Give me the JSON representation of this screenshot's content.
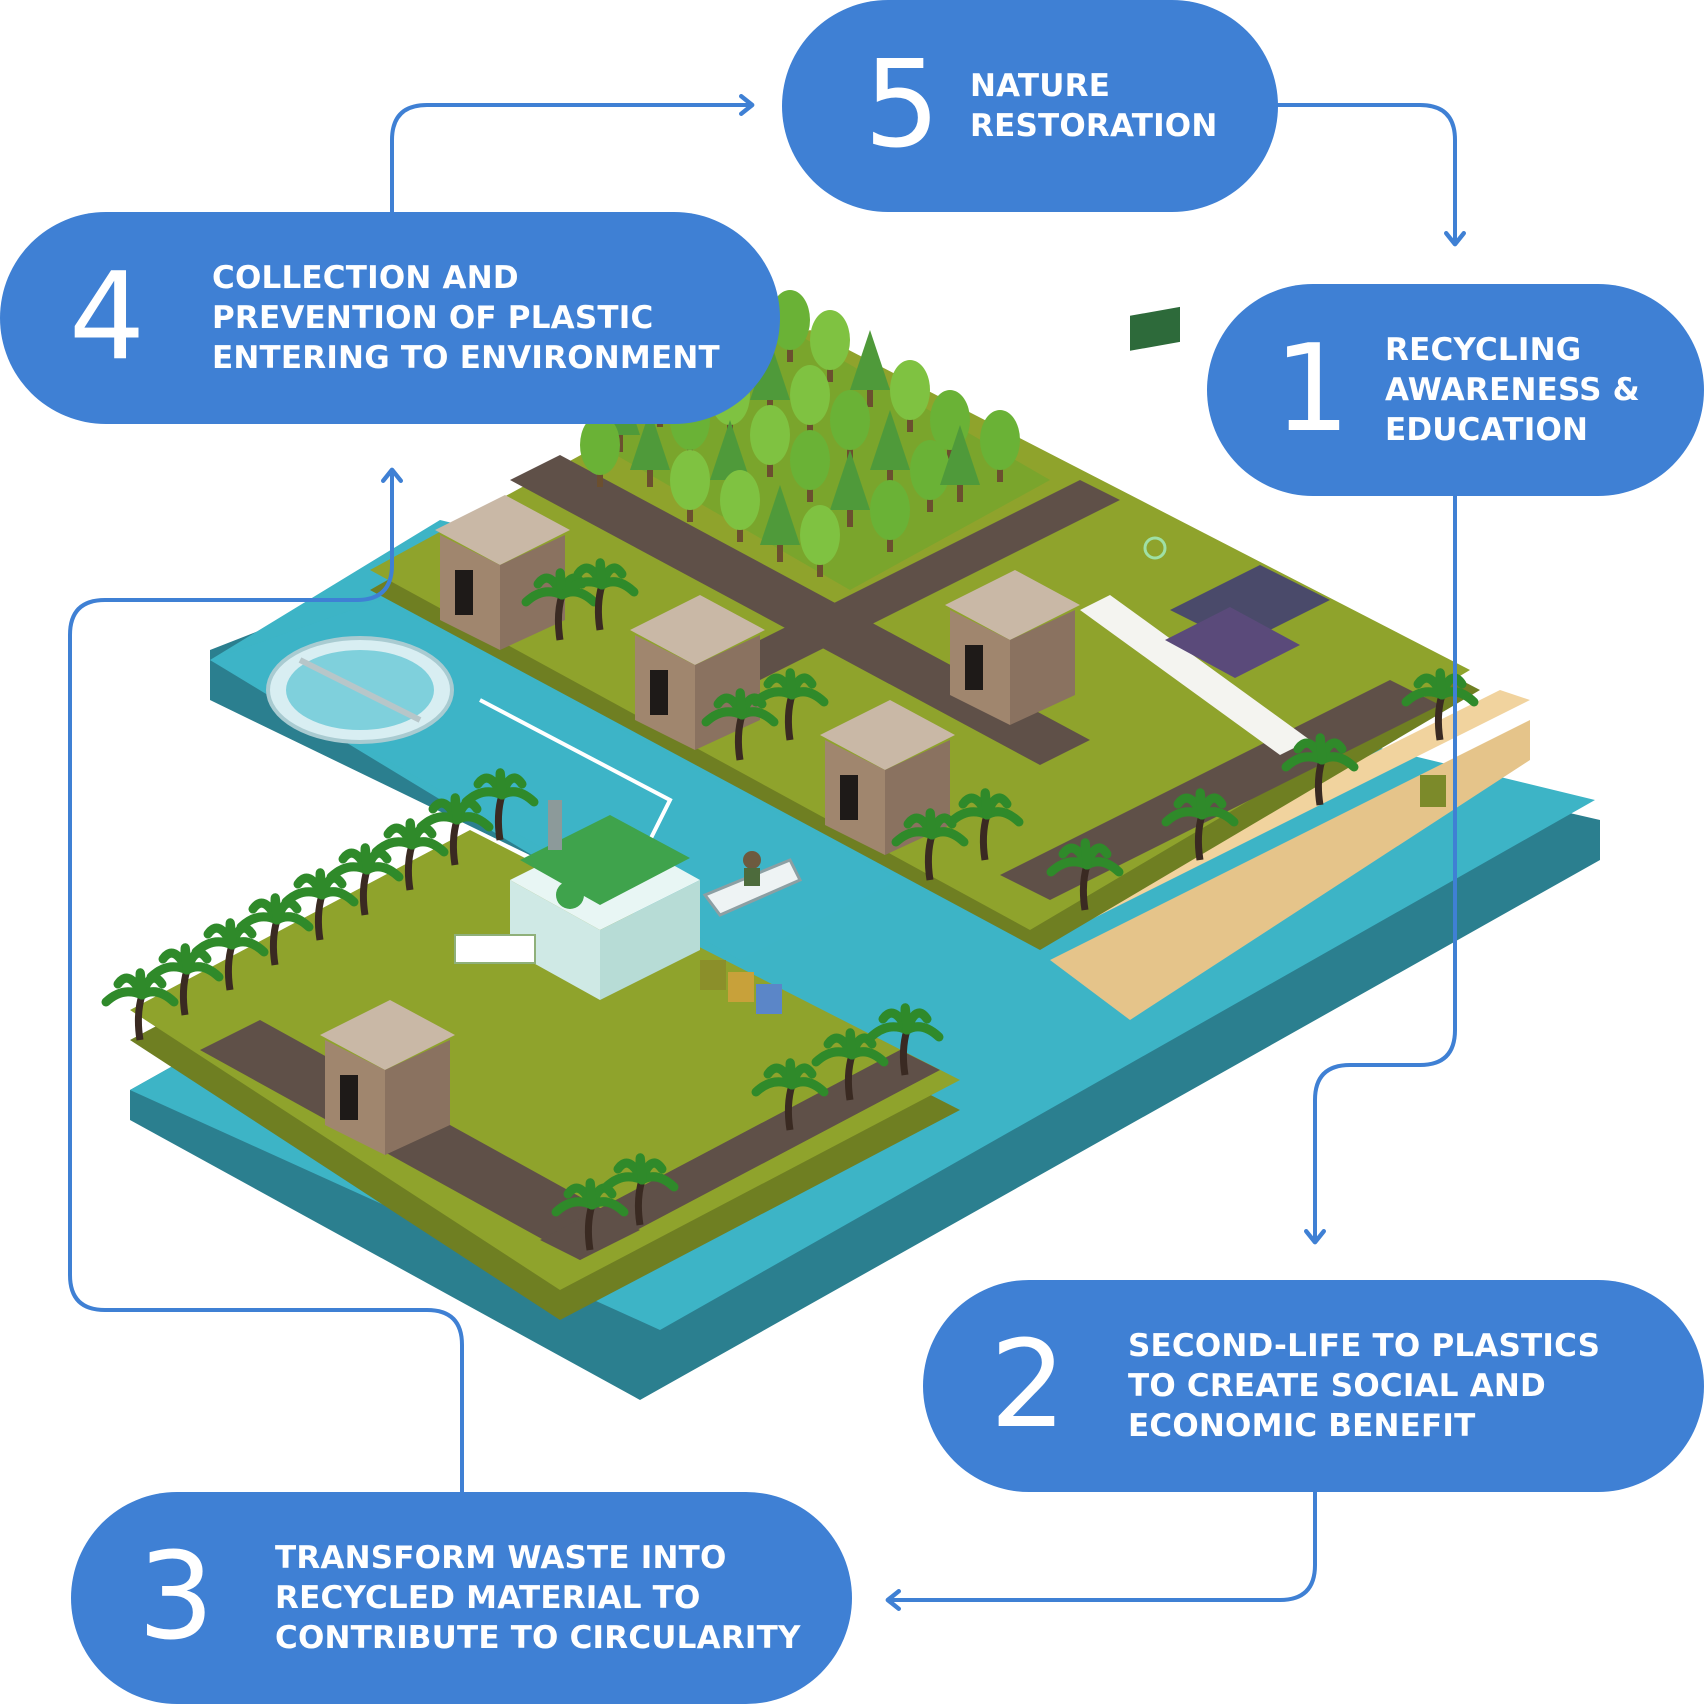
{
  "colors": {
    "pill": "#3f80d4",
    "connector": "#3f80d4",
    "water": "#3db4c6",
    "water_edge": "#2f8e9e",
    "grass": "#8a9a2a",
    "grass_top": "#7aa52c",
    "road": "#5f5048",
    "sand": "#f1d39e"
  },
  "steps": [
    {
      "number": "1",
      "lines": [
        "RECYCLING",
        "AWARENESS &",
        "EDUCATION"
      ]
    },
    {
      "number": "2",
      "lines": [
        "SECOND-LIFE TO PLASTICS",
        "TO CREATE SOCIAL AND",
        "ECONOMIC BENEFIT"
      ]
    },
    {
      "number": "3",
      "lines": [
        "TRANSFORM WASTE INTO",
        "RECYCLED MATERIAL TO",
        "CONTRIBUTE TO CIRCULARITY"
      ]
    },
    {
      "number": "4",
      "lines": [
        "COLLECTION AND",
        "PREVENTION OF PLASTIC",
        "ENTERING TO ENVIRONMENT"
      ]
    },
    {
      "number": "5",
      "lines": [
        "NATURE",
        "RESTORATION"
      ]
    }
  ],
  "icons": {
    "recycle_board": "recycle-icon",
    "factory": "recycle-icon"
  }
}
